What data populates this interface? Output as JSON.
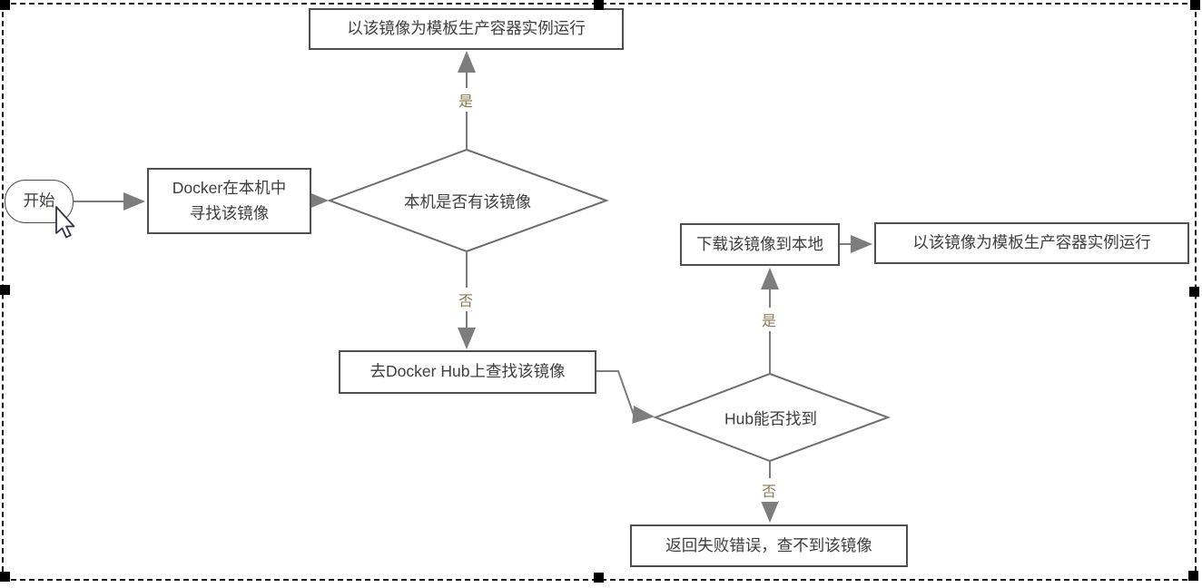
{
  "nodes": {
    "start": {
      "label": "开始"
    },
    "run_instance_top": {
      "label": "以该镜像为模板生产容器实例运行"
    },
    "search_local": {
      "label": "Docker在本机中\n寻找该镜像"
    },
    "decision_local": {
      "label": "本机是否有该镜像"
    },
    "search_hub": {
      "label": "去Docker Hub上查找该镜像"
    },
    "decision_hub": {
      "label": "Hub能否找到"
    },
    "download": {
      "label": "下载该镜像到本地"
    },
    "run_instance_right": {
      "label": "以该镜像为模板生产容器实例运行"
    },
    "fail": {
      "label": "返回失败错误，查不到该镜像"
    }
  },
  "edge_labels": {
    "local_yes": "是",
    "local_no": "否",
    "hub_yes": "是",
    "hub_no": "否"
  },
  "icons": {
    "mouse_cursor": "arrow-pointer"
  },
  "colors": {
    "connector_line": "#7d7d7d",
    "node_border": "#4f4f4f",
    "node_text": "#3d3d3d",
    "edge_label_text": "#8a7a50",
    "selection_handle": "#000000",
    "background": "#ffffff"
  }
}
